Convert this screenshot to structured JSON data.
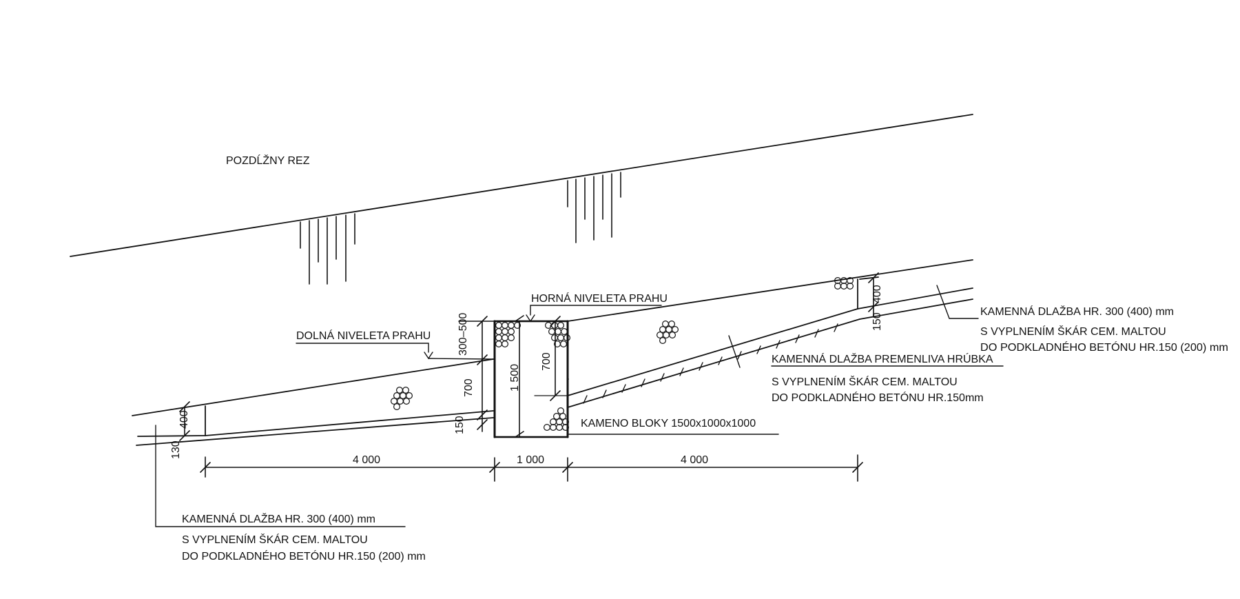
{
  "title": "POZDĹŽNY REZ",
  "labels": {
    "lower_level": "DOLNÁ NIVELETA PRAHU",
    "upper_level": "HORNÁ NIVELETA PRAHU",
    "stone_blocks": "KAMENO BLOKY 1500x1000x1000",
    "variable_paving_1": "KAMENNÁ DLAŽBA PREMENLIVA HRÚBKA",
    "variable_paving_2": "S VYPLNENÍM ŠKÁR CEM. MALTOU",
    "variable_paving_3": "DO PODKLADNÉHO BETÓNU HR.150mm",
    "right_paving_1": "KAMENNÁ DLAŽBA HR. 300 (400) mm",
    "right_paving_2": "S VYPLNENÍM ŠKÁR CEM. MALTOU",
    "right_paving_3": "DO PODKLADNÉHO BETÓNU HR.150 (200) mm",
    "left_paving_1": "KAMENNÁ DLAŽBA HR. 300 (400) mm",
    "left_paving_2": "S VYPLNENÍM ŠKÁR CEM. MALTOU",
    "left_paving_3": "DO PODKLADNÉHO BETÓNU HR.150 (200) mm"
  },
  "dimensions": {
    "left_length": "4 000",
    "sill_width": "1 000",
    "right_length": "4 000",
    "sill_height": "1 500",
    "top_offset": "300–500",
    "left_700": "700",
    "left_150": "150",
    "right_700": "700",
    "left_end_400": "400",
    "left_end_130": "130",
    "right_end_400": "400",
    "right_end_150": "150"
  },
  "colors": {
    "ink": "#111111",
    "paper": "#ffffff"
  }
}
